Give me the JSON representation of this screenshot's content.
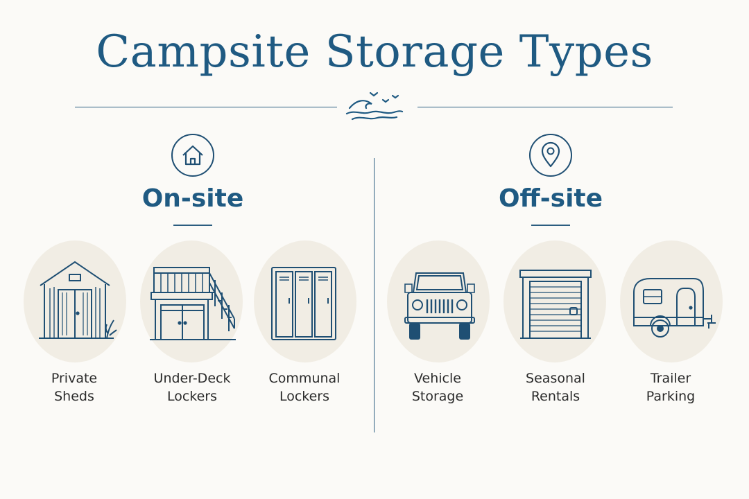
{
  "title": "Campsite Storage Types",
  "colors": {
    "primary": "#1f5a82",
    "circle": "#f1ede4",
    "background": "#fbfaf7",
    "text": "#2b2b2b"
  },
  "sections": [
    {
      "title": "On-site",
      "icon": "house-icon",
      "items": [
        {
          "line1": "Private",
          "line2": "Sheds",
          "icon": "shed-icon"
        },
        {
          "line1": "Under-Deck",
          "line2": "Lockers",
          "icon": "under-deck-locker-icon"
        },
        {
          "line1": "Communal",
          "line2": "Lockers",
          "icon": "locker-icon"
        }
      ]
    },
    {
      "title": "Off-site",
      "icon": "location-pin-icon",
      "items": [
        {
          "line1": "Vehicle",
          "line2": "Storage",
          "icon": "jeep-icon"
        },
        {
          "line1": "Seasonal",
          "line2": "Rentals",
          "icon": "storage-unit-icon"
        },
        {
          "line1": "Trailer",
          "line2": "Parking",
          "icon": "trailer-icon"
        }
      ]
    }
  ]
}
